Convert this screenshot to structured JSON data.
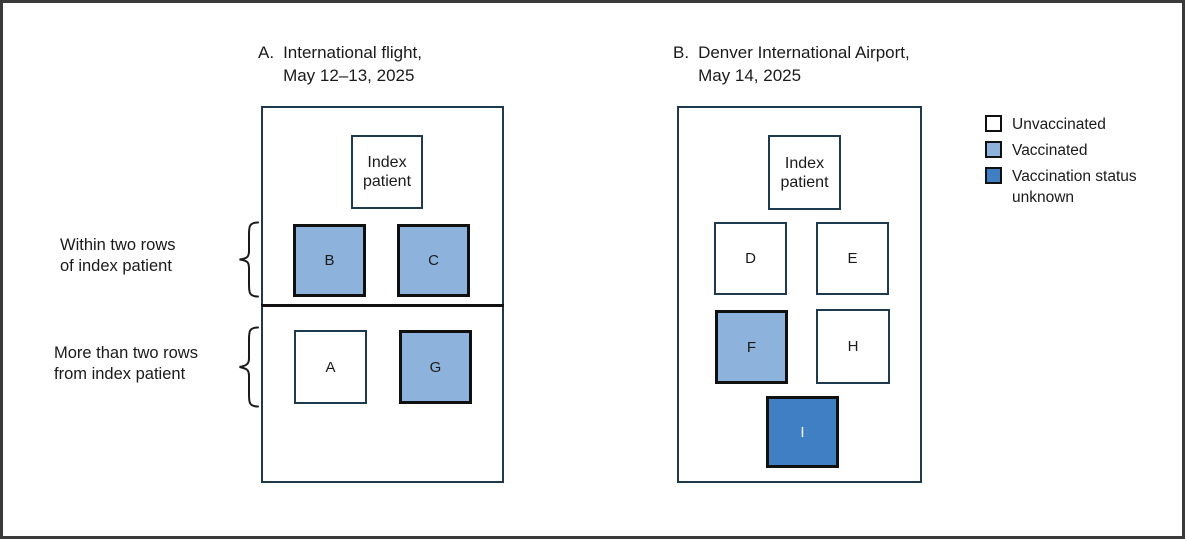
{
  "panelA": {
    "letter": "A.",
    "title1": "International flight,",
    "title2": "May 12–13, 2025",
    "index_patient": {
      "line1": "Index",
      "line2": "patient"
    },
    "boxes": {
      "B": "B",
      "C": "C",
      "A": "A",
      "G": "G"
    }
  },
  "panelB": {
    "letter": "B.",
    "title1": "Denver International Airport,",
    "title2": "May 14, 2025",
    "index_patient": {
      "line1": "Index",
      "line2": "patient"
    },
    "boxes": {
      "D": "D",
      "E": "E",
      "F": "F",
      "H": "H",
      "I": "I"
    }
  },
  "annotations": {
    "within_two_rows": {
      "line1": "Within two rows",
      "line2": "of index patient"
    },
    "more_than_two_rows": {
      "line1": "More than two rows",
      "line2": "from index patient"
    }
  },
  "legend": {
    "items": [
      {
        "label": "Unvaccinated",
        "status": "unvaccinated"
      },
      {
        "label": "Vaccinated",
        "status": "vaccinated"
      },
      {
        "label": "Vaccination status unknown",
        "status": "status_unknown"
      }
    ]
  },
  "colors": {
    "unvaccinated": "#FFFFFF",
    "vaccinated": "#8DB3DC",
    "status_unknown": "#417FC4",
    "panel_border": "#1D3A50",
    "box_border_black": "#101010",
    "figure_border": "#3A3A3A"
  }
}
